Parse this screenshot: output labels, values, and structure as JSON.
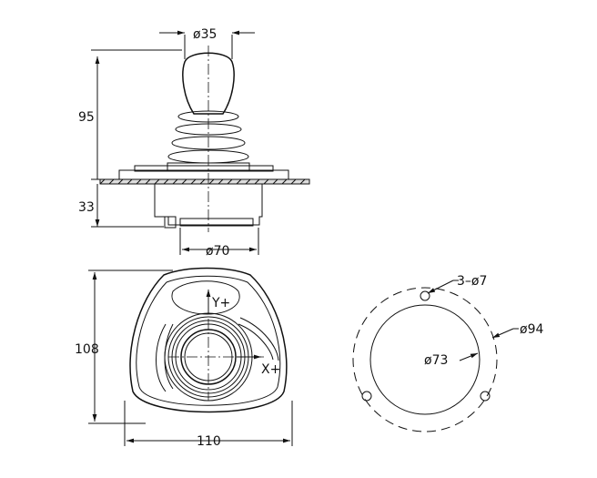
{
  "dimensions": {
    "knob_diameter": "ø35",
    "height_above_panel": "95",
    "depth_below_panel": "33",
    "body_diameter": "ø70",
    "top_view_height": "108",
    "top_view_width": "110",
    "mount_holes": "3–ø7",
    "hole_circle_diameter": "ø94",
    "cutout_diameter": "ø73"
  },
  "axes": {
    "y": "Y+",
    "x": "X+"
  }
}
